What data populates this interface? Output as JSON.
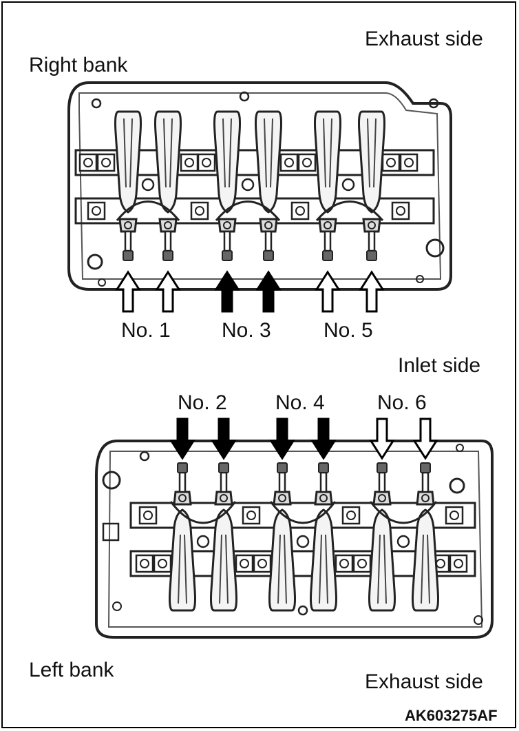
{
  "labels": {
    "exhaust_top": "Exhaust side",
    "right_bank": "Right bank",
    "inlet_side": "Inlet side",
    "left_bank": "Left bank",
    "exhaust_bottom": "Exhaust side",
    "figure_code": "AK603275AF"
  },
  "right_bank_cylinders": [
    {
      "label": "No. 1",
      "arrows": "open"
    },
    {
      "label": "No. 3",
      "arrows": "filled"
    },
    {
      "label": "No. 5",
      "arrows": "open"
    }
  ],
  "left_bank_cylinders": [
    {
      "label": "No. 2",
      "arrows": "filled"
    },
    {
      "label": "No. 4",
      "arrows": "filled"
    },
    {
      "label": "No. 6",
      "arrows": "open"
    }
  ]
}
